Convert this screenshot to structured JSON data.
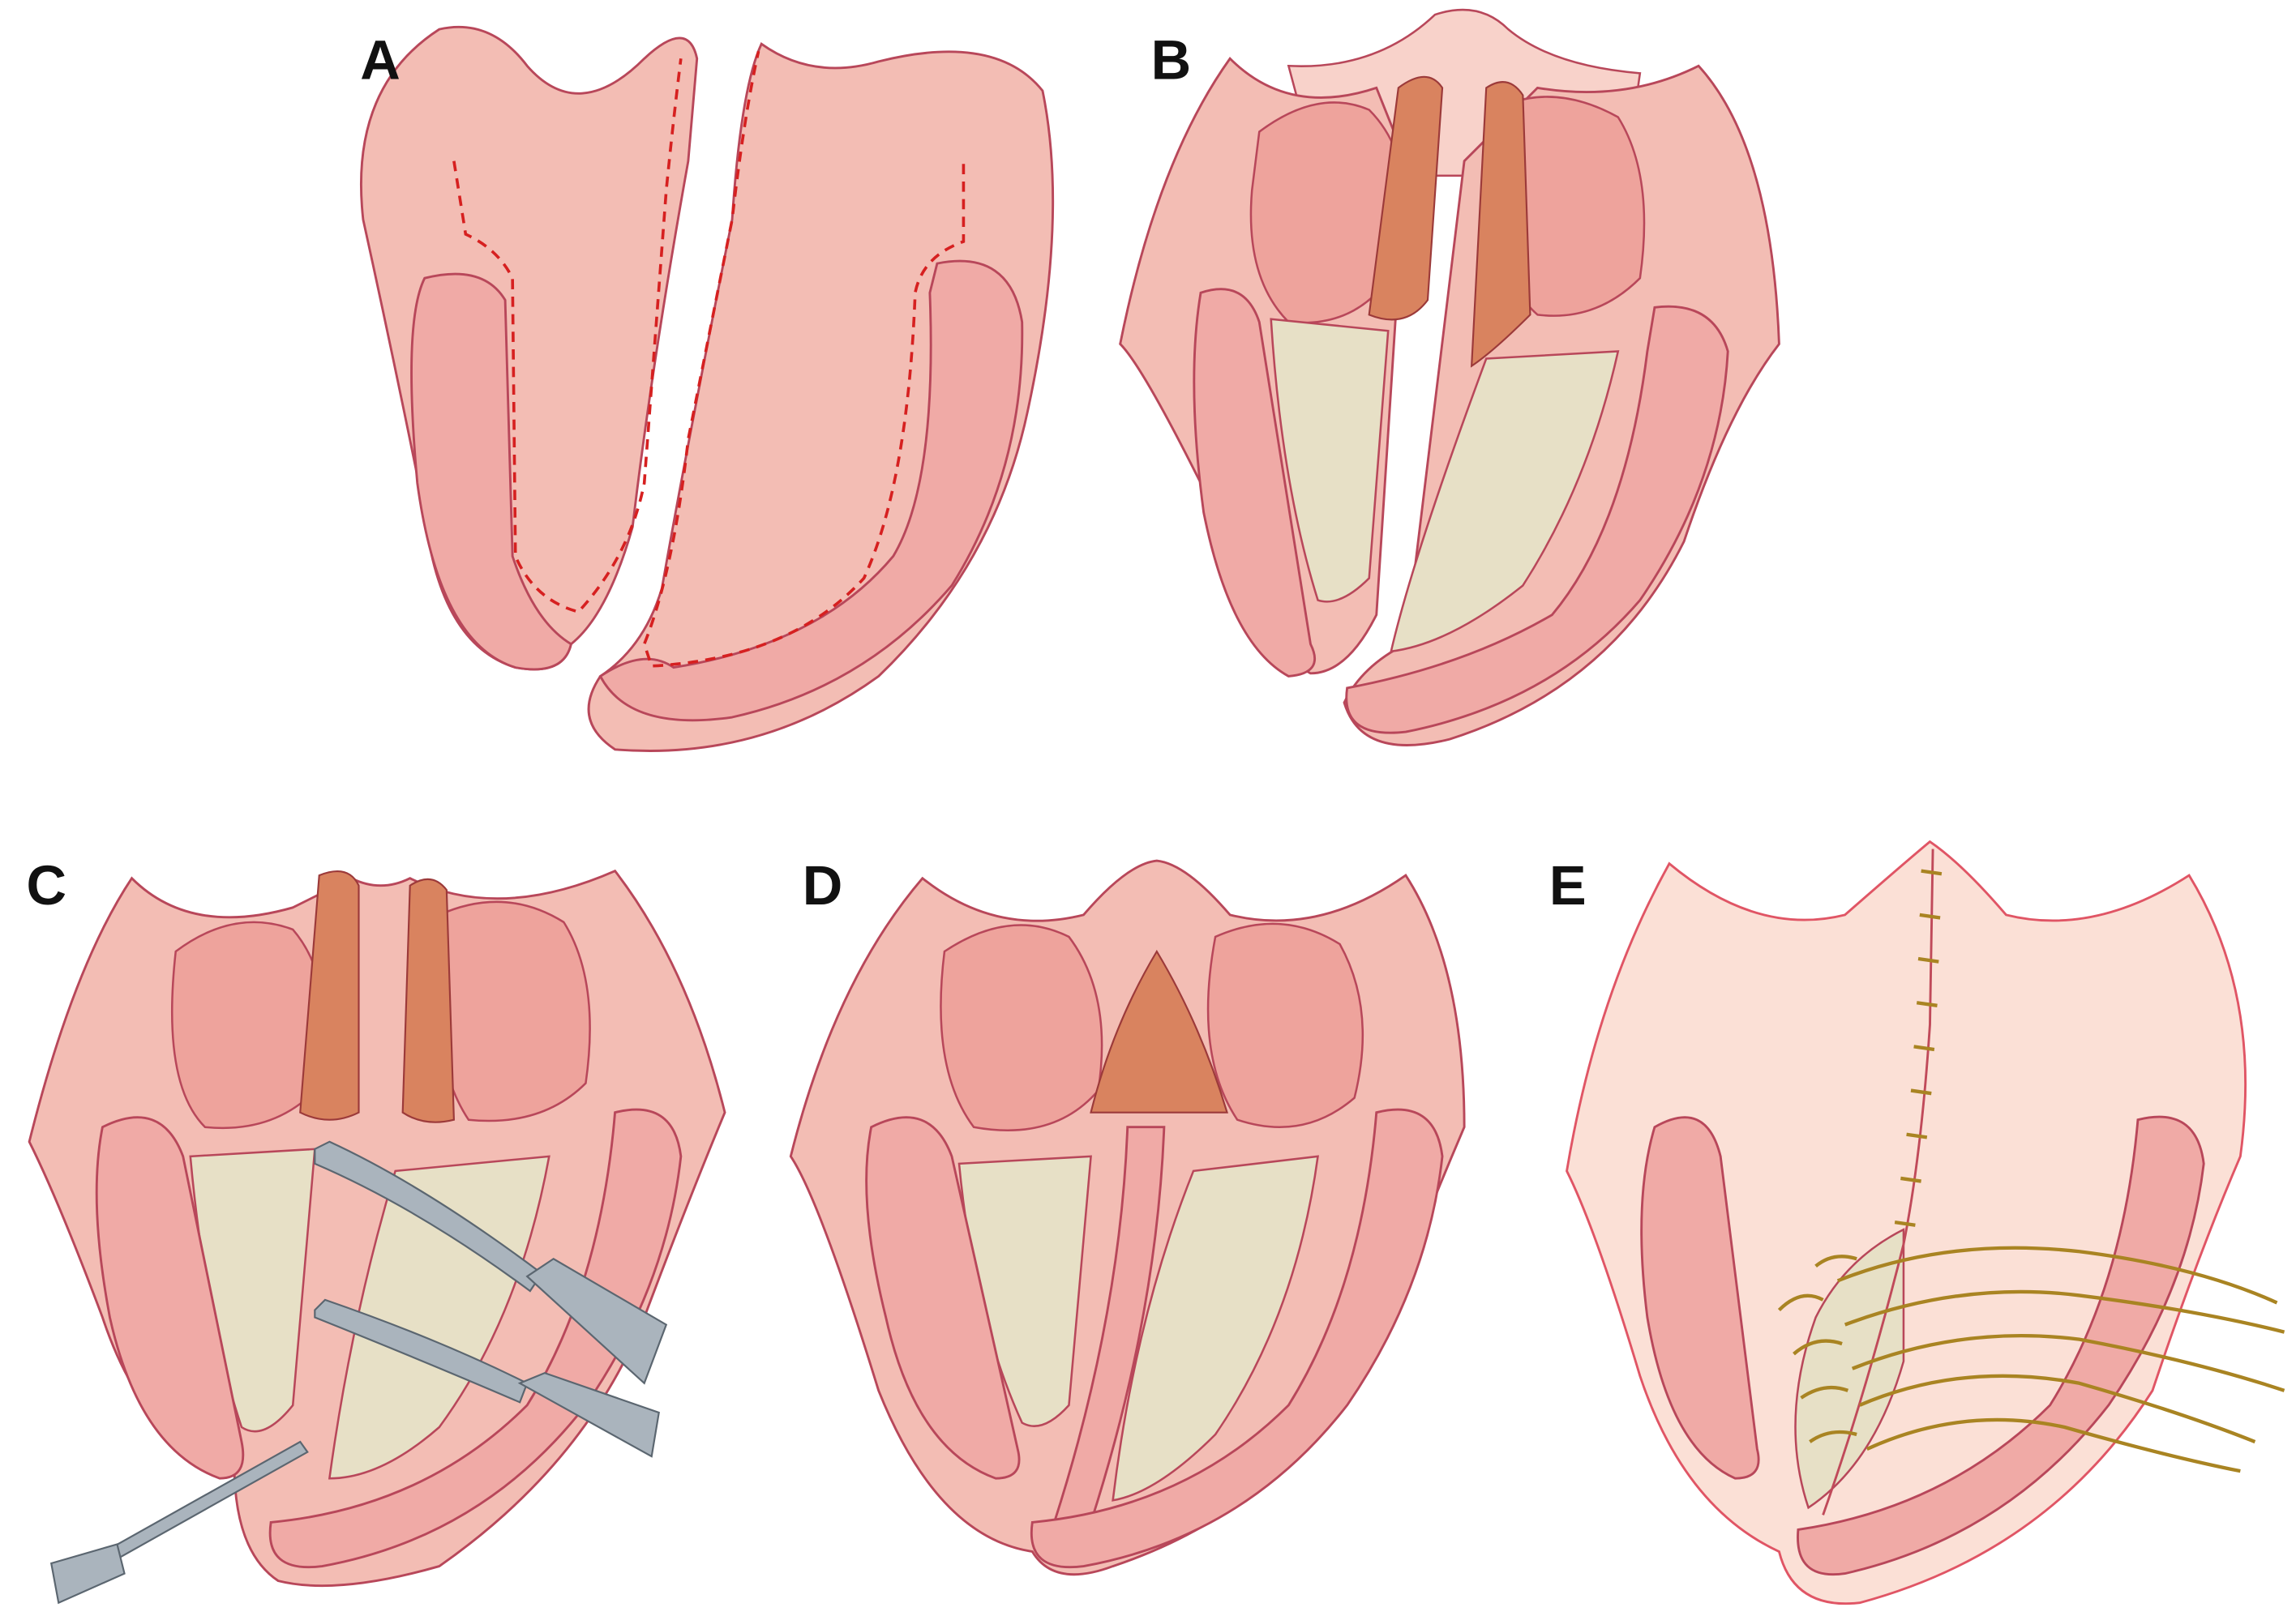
{
  "figure": {
    "panels": [
      {
        "label": "A"
      },
      {
        "label": "B"
      },
      {
        "label": "C"
      },
      {
        "label": "D"
      },
      {
        "label": "E"
      }
    ],
    "colors": {
      "tissue": "#f3bdb4",
      "outline": "#b8475a",
      "cartilage": "#e7e0c6",
      "incision": "#d62020",
      "suture": "#a98422",
      "instrument": "#aab4bd"
    }
  }
}
